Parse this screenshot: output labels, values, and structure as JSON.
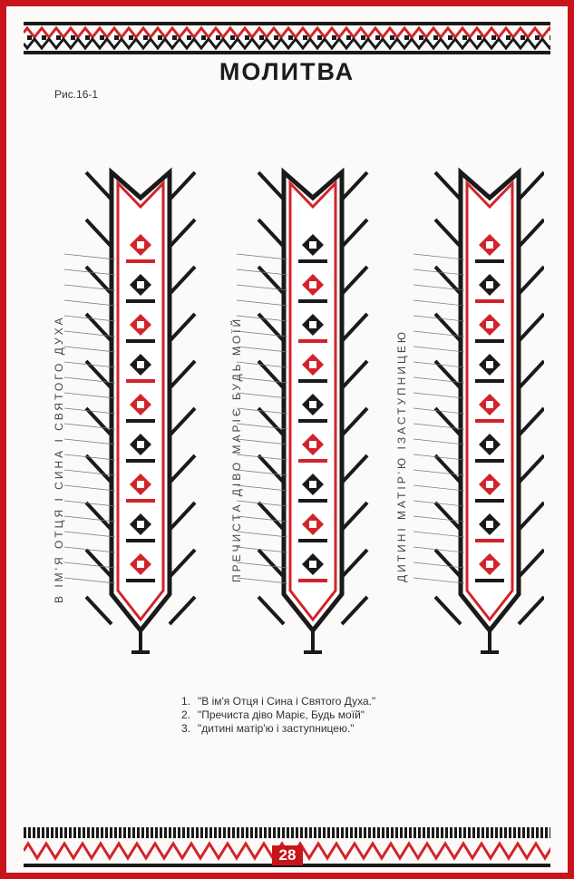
{
  "title": "МОЛИТВА",
  "figure_ref": "Рис.16-1",
  "ribbons": [
    {
      "label": "В ІМ'Я ОТЦЯ І СИНА І СВЯТОГО ДУХА"
    },
    {
      "label": "ПРЕЧИСТА ДІВО МАРІЄ БУДЬ МОЇЙ"
    },
    {
      "label": "ДИТИНІ МАТІР'Ю ІЗАСТУПНИЦЕЮ"
    }
  ],
  "captions": [
    {
      "num": "1.",
      "text": "\"В ім'я Отця і Сина і Святого Духа.\""
    },
    {
      "num": "2.",
      "text": "\"Пречиста діво Маріє, Будь моїй\""
    },
    {
      "num": "3.",
      "text": "\"дитині матір'ю і заступницею.\""
    }
  ],
  "page_number": "28",
  "colors": {
    "border": "#c8141a",
    "stitch_red": "#d2232a",
    "stitch_black": "#1a1a1a"
  }
}
